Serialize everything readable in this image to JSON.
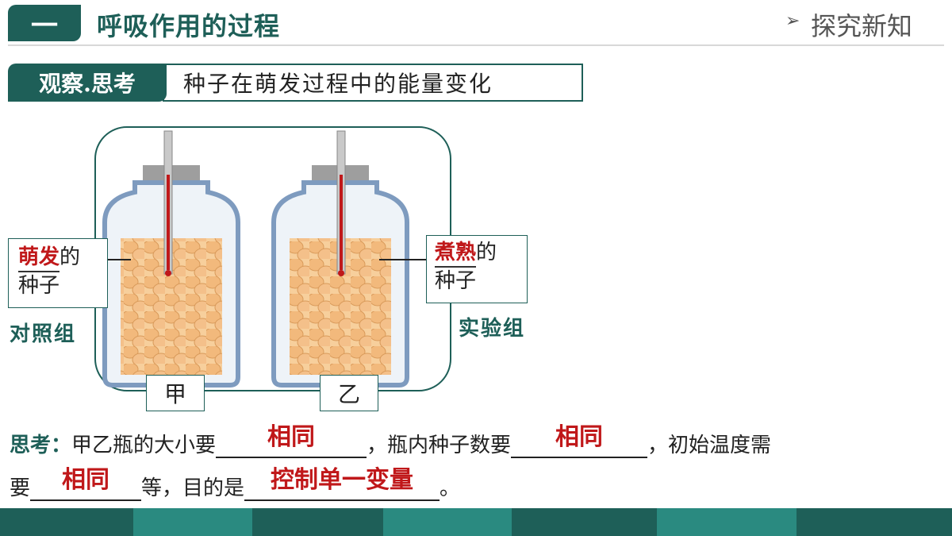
{
  "header": {
    "section_number": "一",
    "section_title": "呼吸作用的过程",
    "tag": "探究新知"
  },
  "observe": {
    "label": "观察.思考",
    "topic": "种子在萌发过程中的能量变化"
  },
  "diagram": {
    "left_callout": {
      "answer": "萌发",
      "suffix": "的",
      "line2": "种子"
    },
    "right_callout": {
      "answer": "煮熟",
      "suffix": "的",
      "line2": "种子"
    },
    "left_group": "对照组",
    "right_group": "实验组",
    "jar_a": "甲",
    "jar_b": "乙"
  },
  "think": {
    "label": "思考：",
    "line1_p1": "甲乙瓶的大小要",
    "blank1": "相同",
    "line1_p2": "，瓶内种子数要",
    "blank2": "相同",
    "line1_p3": "，初始温度需",
    "line2_p1": "要",
    "blank3": "相同",
    "line2_p2": "等，目的是",
    "blank4": "控制单一变量",
    "line2_p3": "。"
  },
  "colors": {
    "primary": "#1e5f58",
    "accent": "#c0181a",
    "seed": "#f2b97c"
  }
}
